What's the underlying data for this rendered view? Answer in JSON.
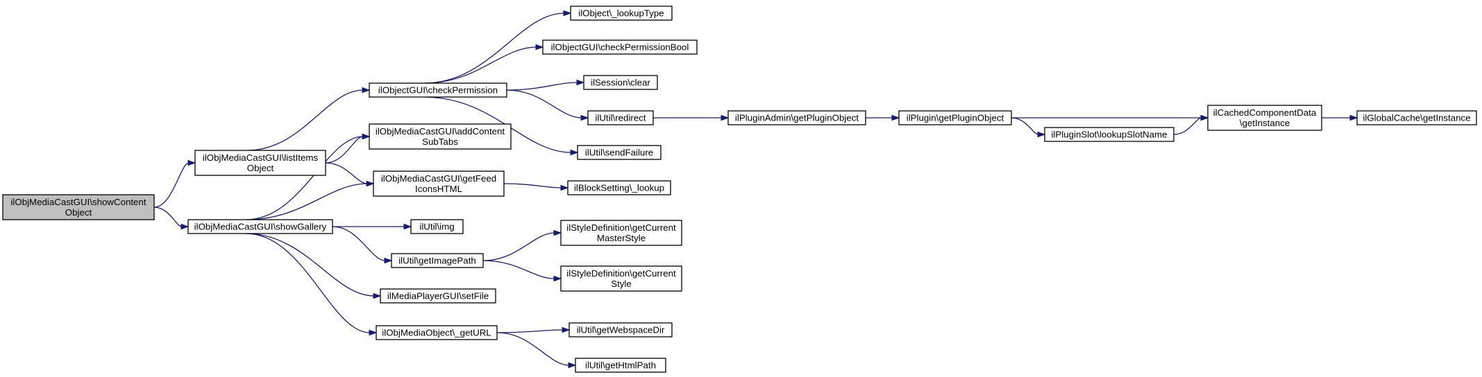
{
  "graph": {
    "nodes": [
      {
        "id": "n1",
        "lines": [
          "ilObjMediaCastGUI\\showContent",
          "Object"
        ],
        "root": true
      },
      {
        "id": "n2",
        "lines": [
          "ilObjMediaCastGUI\\listItems",
          "Object"
        ]
      },
      {
        "id": "n3",
        "lines": [
          "ilObjMediaCastGUI\\showGallery"
        ]
      },
      {
        "id": "n4",
        "lines": [
          "ilObjectGUI\\checkPermission"
        ]
      },
      {
        "id": "n5",
        "lines": [
          "ilObjMediaCastGUI\\addContent",
          "SubTabs"
        ]
      },
      {
        "id": "n6",
        "lines": [
          "ilObjMediaCastGUI\\getFeed",
          "IconsHTML"
        ]
      },
      {
        "id": "n7",
        "lines": [
          "ilUtil\\img"
        ]
      },
      {
        "id": "n8",
        "lines": [
          "ilUtil\\getImagePath"
        ]
      },
      {
        "id": "n9",
        "lines": [
          "ilMediaPlayerGUI\\setFile"
        ]
      },
      {
        "id": "n10",
        "lines": [
          "ilObjMediaObject\\_getURL"
        ]
      },
      {
        "id": "n11",
        "lines": [
          "ilObject\\_lookupType"
        ]
      },
      {
        "id": "n12",
        "lines": [
          "ilObjectGUI\\checkPermissionBool"
        ]
      },
      {
        "id": "n13",
        "lines": [
          "ilSession\\clear"
        ]
      },
      {
        "id": "n14",
        "lines": [
          "ilUtil\\redirect"
        ]
      },
      {
        "id": "n15",
        "lines": [
          "ilUtil\\sendFailure"
        ]
      },
      {
        "id": "n16",
        "lines": [
          "ilBlockSetting\\_lookup"
        ]
      },
      {
        "id": "n17",
        "lines": [
          "ilStyleDefinition\\getCurrent",
          "MasterStyle"
        ]
      },
      {
        "id": "n18",
        "lines": [
          "ilStyleDefinition\\getCurrent",
          "Style"
        ]
      },
      {
        "id": "n19",
        "lines": [
          "ilUtil\\getWebspaceDir"
        ]
      },
      {
        "id": "n20",
        "lines": [
          "ilUtil\\getHtmlPath"
        ]
      },
      {
        "id": "n21",
        "lines": [
          "ilPluginAdmin\\getPluginObject"
        ]
      },
      {
        "id": "n22",
        "lines": [
          "ilPlugin\\getPluginObject"
        ]
      },
      {
        "id": "n23",
        "lines": [
          "ilPluginSlot\\lookupSlotName"
        ]
      },
      {
        "id": "n24",
        "lines": [
          "ilCachedComponentData",
          "\\getInstance"
        ]
      },
      {
        "id": "n25",
        "lines": [
          "ilGlobalCache\\getInstance"
        ]
      }
    ],
    "edges": [
      {
        "from": "n1",
        "to": "n2"
      },
      {
        "from": "n1",
        "to": "n3"
      },
      {
        "from": "n2",
        "to": "n4"
      },
      {
        "from": "n2",
        "to": "n5"
      },
      {
        "from": "n2",
        "to": "n6"
      },
      {
        "from": "n3",
        "to": "n5"
      },
      {
        "from": "n3",
        "to": "n6"
      },
      {
        "from": "n3",
        "to": "n7"
      },
      {
        "from": "n3",
        "to": "n8"
      },
      {
        "from": "n3",
        "to": "n9"
      },
      {
        "from": "n3",
        "to": "n10"
      },
      {
        "from": "n4",
        "to": "n11"
      },
      {
        "from": "n4",
        "to": "n12"
      },
      {
        "from": "n4",
        "to": "n13"
      },
      {
        "from": "n4",
        "to": "n14"
      },
      {
        "from": "n4",
        "to": "n15"
      },
      {
        "from": "n6",
        "to": "n16"
      },
      {
        "from": "n8",
        "to": "n17"
      },
      {
        "from": "n8",
        "to": "n18"
      },
      {
        "from": "n10",
        "to": "n19"
      },
      {
        "from": "n10",
        "to": "n20"
      },
      {
        "from": "n14",
        "to": "n21"
      },
      {
        "from": "n21",
        "to": "n22"
      },
      {
        "from": "n22",
        "to": "n24"
      },
      {
        "from": "n22",
        "to": "n23"
      },
      {
        "from": "n23",
        "to": "n24"
      },
      {
        "from": "n24",
        "to": "n25"
      }
    ]
  }
}
